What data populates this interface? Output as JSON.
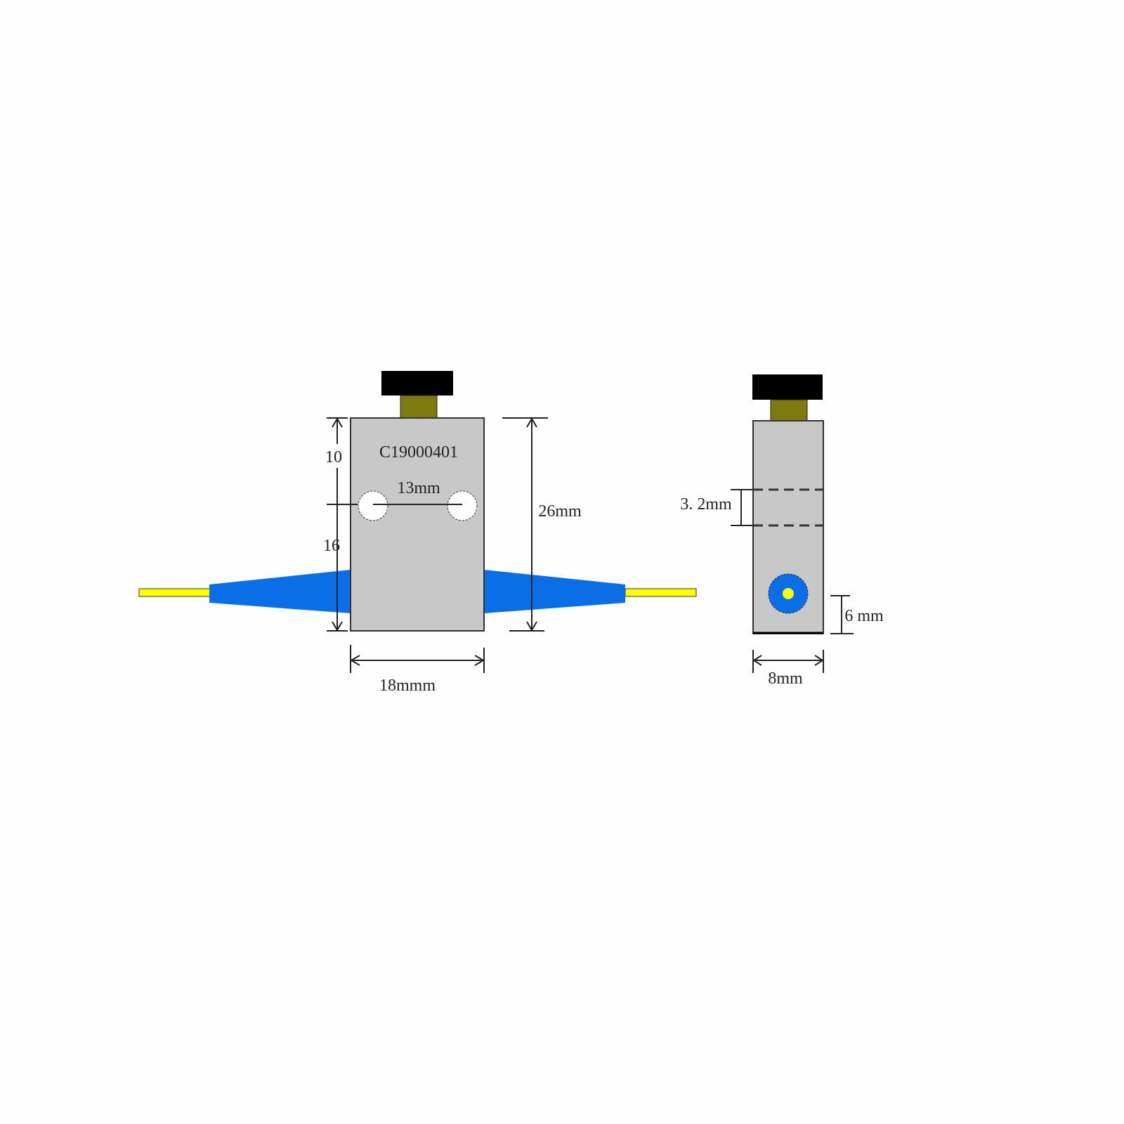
{
  "front_view": {
    "model_label": "C19000401",
    "dim_top": "10",
    "dim_bottom": "16",
    "dim_hole_spacing": "13mm",
    "dim_height": "26mm",
    "dim_width": "18mmm"
  },
  "side_view": {
    "dim_slot": "3. 2mm",
    "dim_port_height": "6 mm",
    "dim_width": "8mm"
  },
  "colors": {
    "body": "#c8c8c8",
    "knob": "#000000",
    "stem": "#7f7a10",
    "boot": "#0a6ee6",
    "fiber": "#ffff00"
  }
}
